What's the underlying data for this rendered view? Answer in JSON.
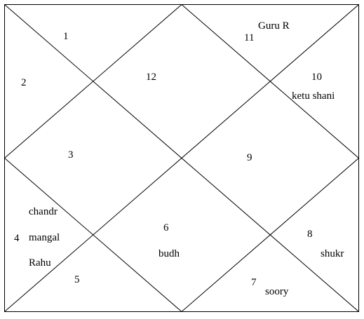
{
  "chart": {
    "houses": [
      {
        "number": "1",
        "planets": []
      },
      {
        "number": "2",
        "planets": []
      },
      {
        "number": "3",
        "planets": []
      },
      {
        "number": "4",
        "planets": [
          "chandr",
          "mangal",
          "Rahu"
        ]
      },
      {
        "number": "5",
        "planets": []
      },
      {
        "number": "6",
        "planets": [
          "budh"
        ]
      },
      {
        "number": "7",
        "planets": [
          "soory"
        ]
      },
      {
        "number": "8",
        "planets": [
          "shukr"
        ]
      },
      {
        "number": "9",
        "planets": []
      },
      {
        "number": "10",
        "planets": [
          "ketu shani"
        ]
      },
      {
        "number": "11",
        "planets": [
          "Guru R"
        ]
      },
      {
        "number": "12",
        "planets": []
      }
    ]
  }
}
